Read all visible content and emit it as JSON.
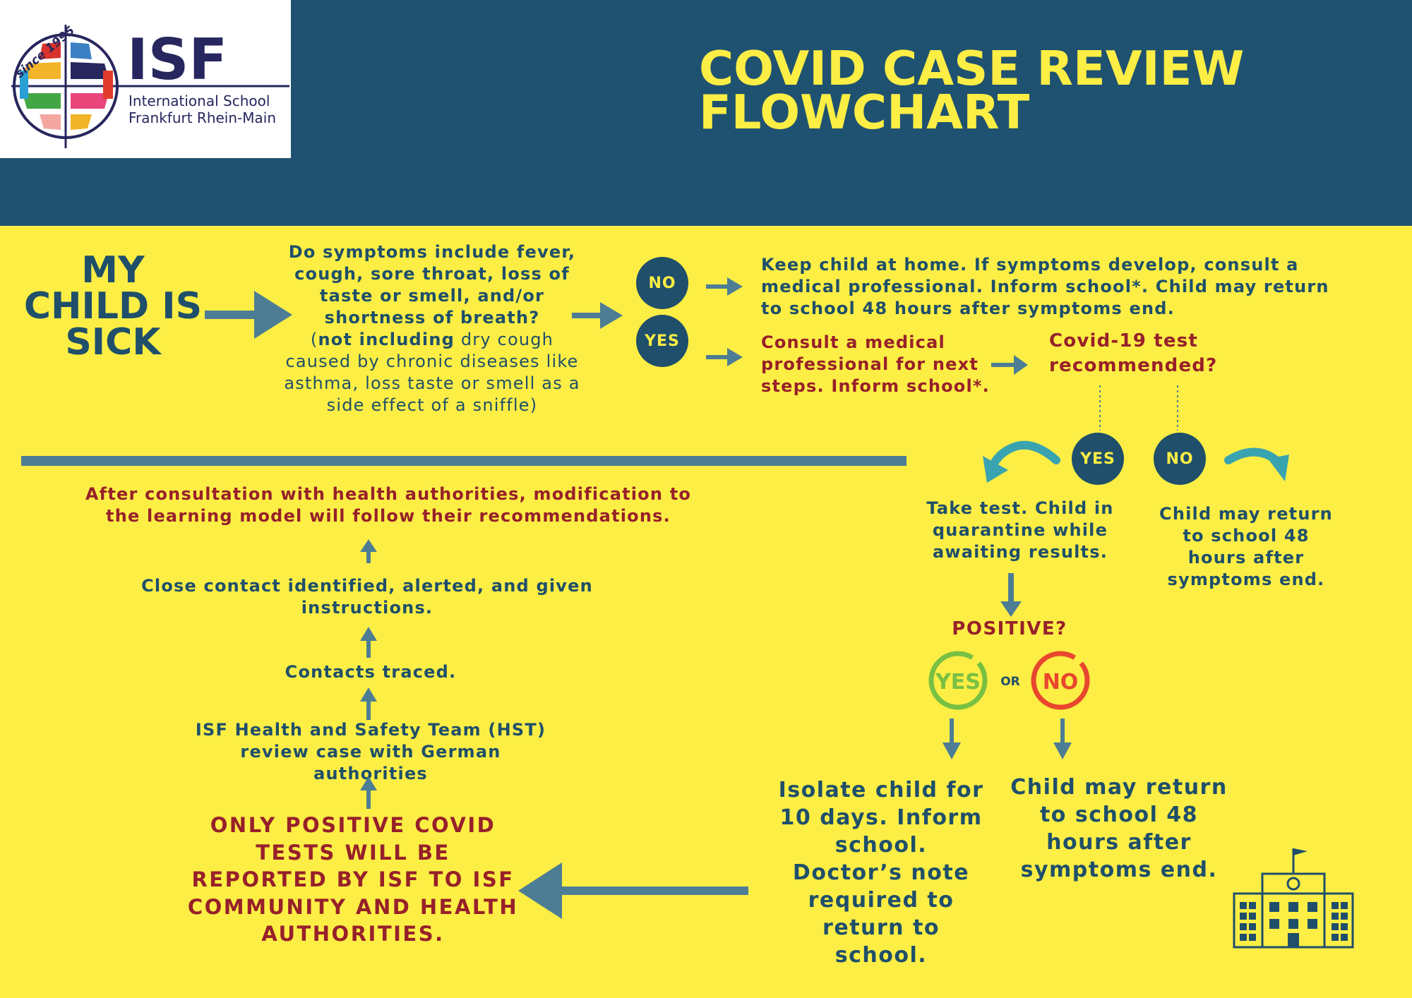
{
  "logo": {
    "since": "since 1995",
    "acronym": "ISF",
    "name_line1": "International School",
    "name_line2": "Frankfurt Rhein-Main"
  },
  "title": {
    "line1": "COVID CASE REVIEW",
    "line2": "FLOWCHART"
  },
  "start": {
    "line1": "MY",
    "line2": "CHILD IS",
    "line3": "SICK"
  },
  "question": {
    "bold_text": "Do symptoms include fever, cough, sore throat, loss of taste or smell, and/or shortness of breath?",
    "paren_open": "(",
    "bold_part": "not including",
    "rest": " dry cough caused by chronic diseases like asthma, loss taste or smell as a side effect of a sniffle)"
  },
  "no_label": "NO",
  "yes_label": "YES",
  "no_result": "Keep child at home. If symptoms develop, consult a medical professional. Inform school*. Child may return to school 48 hours after symptoms end.",
  "yes_result": "Consult a medical professional for next steps. Inform school*.",
  "test_question": "Covid-19 test recommended?",
  "test_yes": "YES",
  "test_no": "NO",
  "test_yes_result": "Take test. Child in quarantine while awaiting results.",
  "test_no_result": "Child may return to school 48 hours after symptoms end.",
  "positive_question": "POSITIVE?",
  "pos_yes": "YES",
  "pos_or": "OR",
  "pos_no": "NO",
  "positive_result": "Isolate child for 10 days. Inform school. Doctor’s note required to return to school.",
  "negative_result": "Child may return to school 48 hours after symptoms end.",
  "report": "ONLY POSITIVE COVID TESTS WILL BE REPORTED BY ISF TO ISF COMMUNITY AND HEALTH AUTHORITIES.",
  "hst_review": "ISF Health and Safety Team (HST) review case with German authorities",
  "contacts_traced": "Contacts traced.",
  "close_contact": "Close contact identified, alerted, and given instructions.",
  "after_consultation": "After consultation with health authorities, modification to the learning model will follow their recommendations.",
  "colors": {
    "navy": "#1f5270",
    "yellow": "#fcee45",
    "red": "#97202a",
    "arrow": "#4d7d94",
    "teal": "#3aa3b0",
    "green": "#78c043",
    "orange": "#e8472e"
  },
  "icons": [
    "globe-logo-icon",
    "school-building-icon"
  ]
}
